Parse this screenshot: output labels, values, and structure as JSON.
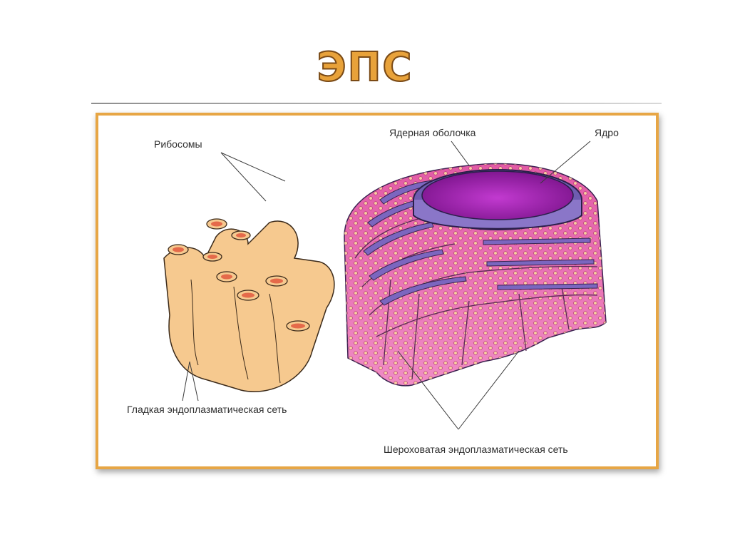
{
  "slide": {
    "title": "ЭПС"
  },
  "diagram": {
    "labels": {
      "ribosomes": "Рибосомы",
      "nuclear_envelope": "Ядерная оболочка",
      "nucleus": "Ядро",
      "smooth_er": "Гладкая эндоплазматическая сеть",
      "rough_er": "Шероховатая эндоплазматическая сеть"
    },
    "colors": {
      "title": "#e8a23a",
      "frame": "#e7a645",
      "rough_er": "#e86fb2",
      "smooth_er": "#f6c98f",
      "nucleus": "#9a1fa8",
      "envelope": "#6e5cb0"
    }
  }
}
